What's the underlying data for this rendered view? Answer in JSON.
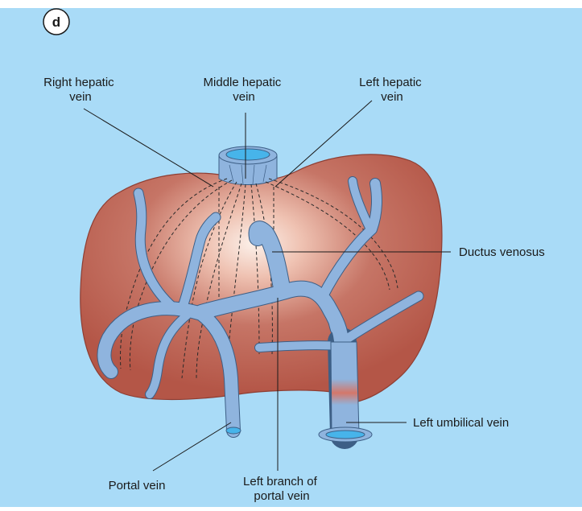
{
  "panel_letter": "d",
  "colors": {
    "background": "#a9dbf7",
    "liver": "#b9574a",
    "liver_highlight": "#fbeee6",
    "vessel_fill": "#8fb4de",
    "vessel_outline": "#3d5f86",
    "lumen": "#47b4ea"
  },
  "labels": {
    "right_hepatic_vein": [
      "Right hepatic",
      "vein"
    ],
    "middle_hepatic_vein": [
      "Middle hepatic",
      "vein"
    ],
    "left_hepatic_vein": [
      "Left hepatic",
      "vein"
    ],
    "ductus_venosus": "Ductus venosus",
    "left_umbilical_vein": "Left umbilical vein",
    "portal_vein": "Portal vein",
    "left_branch_portal_vein": [
      "Left branch of",
      "portal vein"
    ]
  }
}
